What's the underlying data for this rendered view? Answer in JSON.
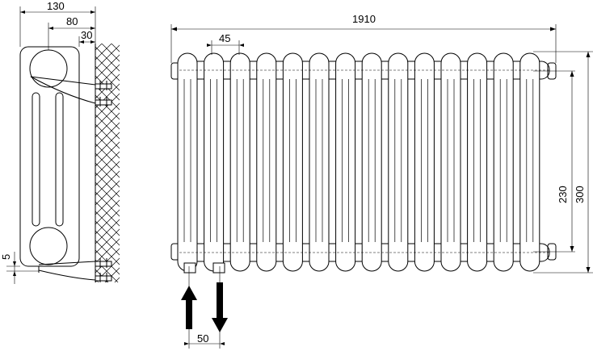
{
  "dimensions": {
    "side_total": "130",
    "side_mid": "80",
    "side_wall": "30",
    "side_gap": "5",
    "front_length": "1910",
    "front_pitch": "45",
    "front_inner_height": "230",
    "front_total_height": "300",
    "pipe_spacing": "50"
  },
  "colors": {
    "line": "#000000",
    "background": "#ffffff"
  },
  "arrows": [
    "arrow-up-icon",
    "arrow-down-icon"
  ]
}
